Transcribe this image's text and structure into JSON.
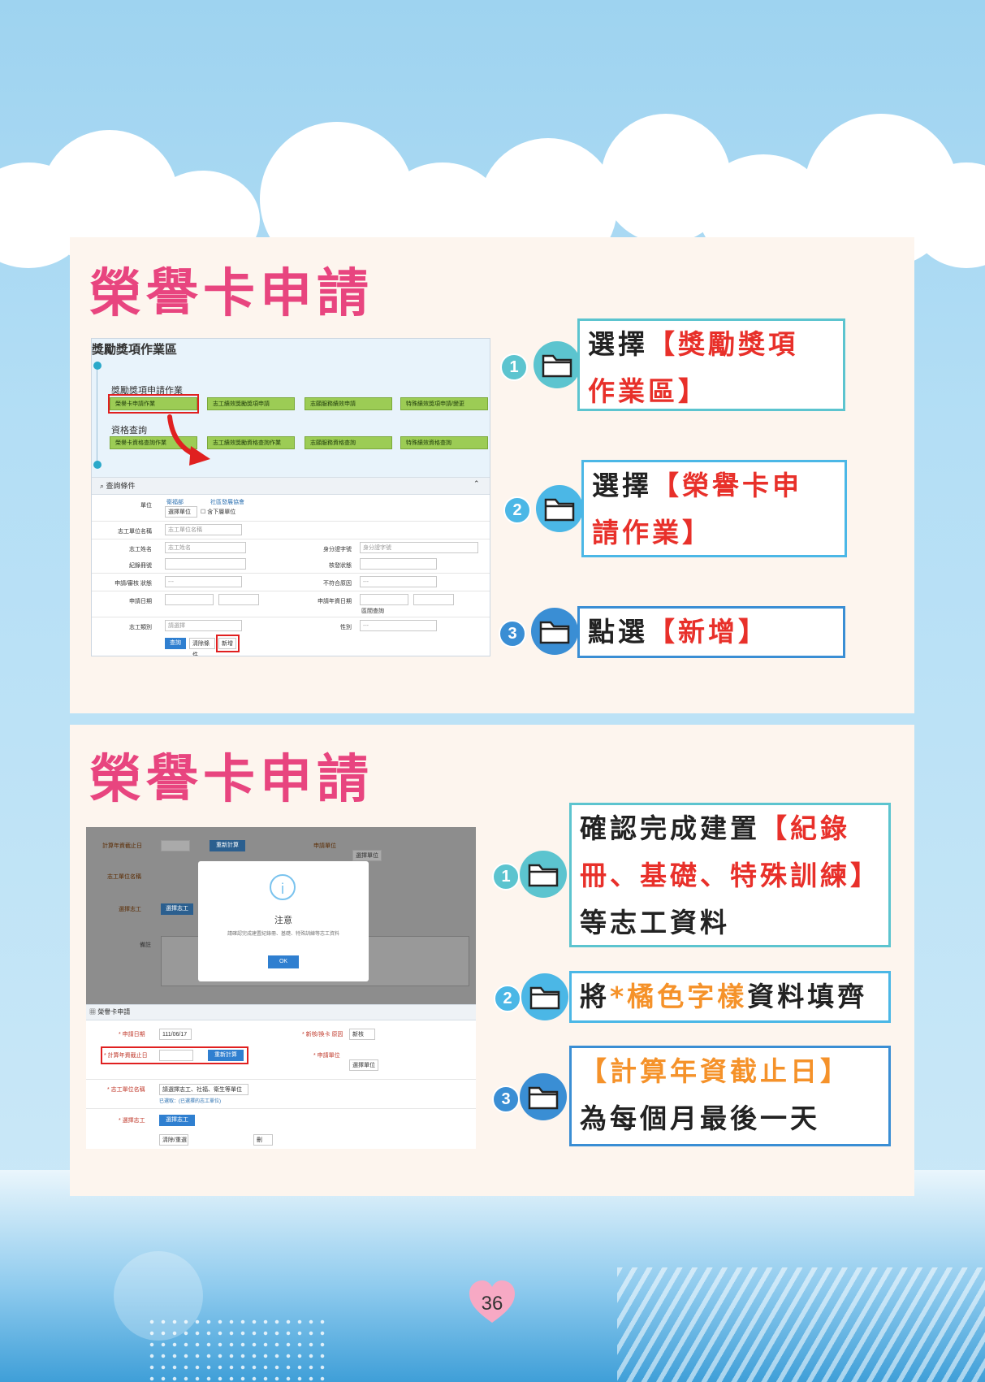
{
  "page": {
    "number": "36",
    "colors": {
      "title": "#e8457f",
      "highlight_red": "#e8302a",
      "highlight_orange": "#f5922a",
      "box_border_teal": "#5cc4cf",
      "box_border_blue": "#3a8ed4"
    }
  },
  "section1": {
    "title": "榮譽卡申請",
    "screenshot": {
      "heading": "獎勵獎項作業區",
      "group1_label": "獎勵獎項申請作業",
      "group1_buttons": [
        "榮譽卡申請作業",
        "志工績效獎勵獎項申請",
        "志願服務績效申請",
        "特殊績效獎項申請/變更"
      ],
      "group2_label": "資格查詢",
      "group2_buttons": [
        "榮譽卡資格查詢作業",
        "志工績效獎勵資格查詢作業",
        "志願服務資格查詢",
        "特殊績效資格查詢"
      ],
      "query_header": "查詢條件",
      "unit_label": "單位",
      "unit_link1": "衛福部",
      "unit_link2": "社區發展協會",
      "unit_select_btn": "選擇單位",
      "unit_include": "含下層單位",
      "org_label": "志工單位名稱",
      "org_placeholder": "志工單位名稱",
      "name_label": "志工姓名",
      "name_placeholder": "志工姓名",
      "id_label": "身分證字號",
      "id_placeholder": "身分證字號",
      "book_label": "紀錄冊號",
      "status_label": "核發狀態",
      "audit_label": "申請/審核 狀態",
      "audit_value": "---",
      "eligible_label": "不符合原因",
      "eligible_value": "---",
      "apply_date_label": "申請日期",
      "year_date_label": "申請年資日期",
      "year_date_note": "區間查詢",
      "type_label": "志工類別",
      "type_value": "請選擇",
      "gender_label": "性別",
      "gender_value": "---",
      "btn_query": "查詢",
      "btn_clear": "清除條件",
      "btn_add": "新增"
    },
    "callouts": [
      {
        "num": "1",
        "lines": [
          [
            {
              "t": "選擇"
            },
            {
              "t": "【獎勵獎項",
              "c": "red"
            }
          ],
          [
            {
              "t": "作業區】",
              "c": "red"
            }
          ]
        ]
      },
      {
        "num": "2",
        "lines": [
          [
            {
              "t": "選擇"
            },
            {
              "t": "【榮譽卡申",
              "c": "red"
            }
          ],
          [
            {
              "t": "請作業】",
              "c": "red"
            }
          ]
        ]
      },
      {
        "num": "3",
        "lines": [
          [
            {
              "t": "點選"
            },
            {
              "t": "【新增】",
              "c": "red"
            }
          ]
        ]
      }
    ]
  },
  "section2": {
    "title": "榮譽卡申請",
    "screenshot": {
      "dim_year_label": "計算年資截止日",
      "dim_calc_btn": "重新計算",
      "dim_unit_label": "申請單位",
      "dim_unit_btn": "選擇單位",
      "dim_org_label": "志工單位名稱",
      "dim_select_label": "選擇志工",
      "dim_select_btn": "選擇志工",
      "dim_note_label": "備註",
      "modal_icon": "i",
      "modal_title": "注意",
      "modal_msg": "請確認完成建置紀錄冊、基礎、特殊訓練等志工資料",
      "modal_ok": "OK",
      "form_header": "榮譽卡申請",
      "apply_date_label": "申請日期",
      "apply_date_value": "111/06/17",
      "apply_type_label": "新核/換卡 原因",
      "apply_type_value": "新核",
      "year_end_label": "計算年資截止日",
      "recalc_btn": "重新計算",
      "unit_label": "申請單位",
      "unit_btn": "選擇單位",
      "org_label": "志工單位名稱",
      "org_value": "請選擇志工、社福、衛生等單位",
      "org_note": "已選取：(已選擇的志工單位)",
      "select_label": "選擇志工",
      "select_btn": "選擇志工",
      "small_btn1": "清除/重選",
      "small_btn2": "刪"
    },
    "callouts": [
      {
        "num": "1",
        "lines": [
          [
            {
              "t": "確認完成建置"
            },
            {
              "t": "【紀錄",
              "c": "red"
            }
          ],
          [
            {
              "t": "冊、基礎、特殊訓練】",
              "c": "red"
            }
          ],
          [
            {
              "t": "等志工資料"
            }
          ]
        ]
      },
      {
        "num": "2",
        "lines": [
          [
            {
              "t": "將"
            },
            {
              "t": "*橘色字樣",
              "c": "orange"
            },
            {
              "t": "資料填齊"
            }
          ]
        ]
      },
      {
        "num": "3",
        "lines": [
          [
            {
              "t": "【計算年資截止日】",
              "c": "orange"
            }
          ],
          [
            {
              "t": "為每個月最後一天"
            }
          ]
        ]
      }
    ]
  }
}
